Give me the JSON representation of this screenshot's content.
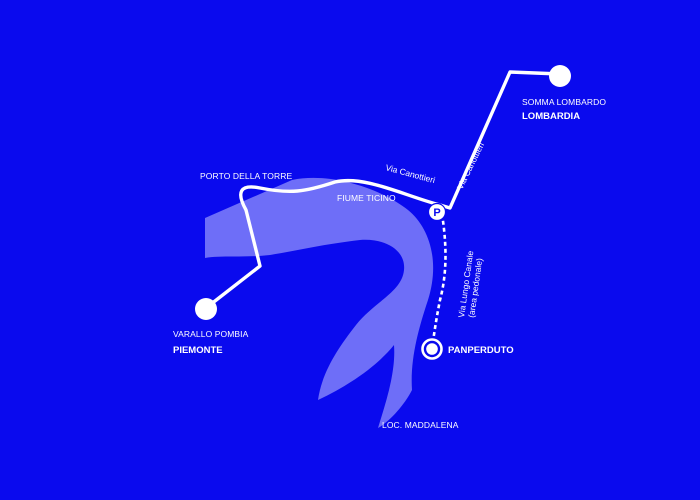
{
  "colors": {
    "background": "#0A0AEE",
    "river": "#6E6EF8",
    "route": "#FFFFFF",
    "text": "#FFFFFF"
  },
  "places": {
    "somma_lombardo": "SOMMA LOMBARDO",
    "lombardia": "LOMBARDIA",
    "porto_della_torre": "PORTO DELLA TORRE",
    "fiume_ticino": "FIUME TICINO",
    "varallo_pombia": "VARALLO POMBIA",
    "piemonte": "PIEMONTE",
    "panperduto": "PANPERDUTO",
    "loc_maddalena": "LOC. MADDALENA"
  },
  "roads": {
    "via_canottieri_horizontal": "Via Canottieri",
    "via_canottieri_vertical": "Via Canottieri",
    "via_lungo_canale_line1": "Via Lungo Canale",
    "via_lungo_canale_line2": "(area pedonale)"
  },
  "icons": {
    "parking": "P"
  }
}
